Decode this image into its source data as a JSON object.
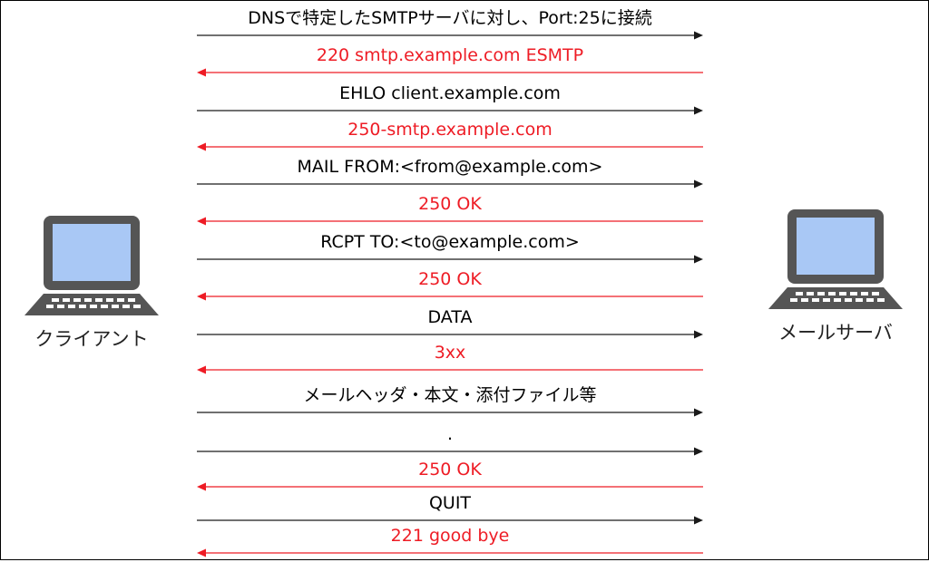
{
  "actors": {
    "client": {
      "label": "クライアント",
      "icon": "laptop-icon"
    },
    "server": {
      "label": "メールサーバ",
      "icon": "laptop-icon"
    }
  },
  "colors": {
    "request": "#1a1a1a",
    "response": "#ee1c25",
    "screen": "#a9c8f5",
    "laptop_body": "#555555"
  },
  "messages": [
    {
      "text": "DNSで特定したSMTPサーバに対し、Port:25に接続",
      "direction": "to-server"
    },
    {
      "text": "220 smtp.example.com ESMTP",
      "direction": "to-client"
    },
    {
      "text": "EHLO client.example.com",
      "direction": "to-server"
    },
    {
      "text": "250-smtp.example.com",
      "direction": "to-client"
    },
    {
      "text": "MAIL FROM:<from@example.com>",
      "direction": "to-server"
    },
    {
      "text": "250 OK",
      "direction": "to-client"
    },
    {
      "text": "RCPT TO:<to@example.com>",
      "direction": "to-server"
    },
    {
      "text": "250 OK",
      "direction": "to-client"
    },
    {
      "text": "DATA",
      "direction": "to-server"
    },
    {
      "text": "3xx",
      "direction": "to-client"
    },
    {
      "text": "メールヘッダ・本文・添付ファイル等",
      "direction": "to-server"
    },
    {
      "text": ".",
      "direction": "to-server"
    },
    {
      "text": "250 OK",
      "direction": "to-client"
    },
    {
      "text": "QUIT",
      "direction": "to-server"
    },
    {
      "text": "221 good bye",
      "direction": "to-client"
    }
  ]
}
